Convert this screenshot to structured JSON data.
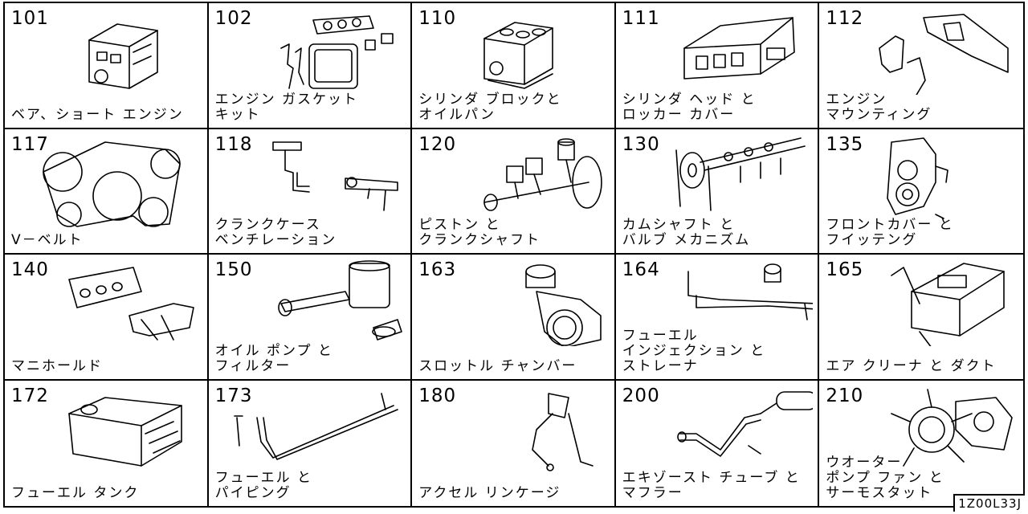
{
  "cells": [
    {
      "code": "101",
      "label": "ベア、ショート エンジン"
    },
    {
      "code": "102",
      "label": "エンジン ガスケット\nキット"
    },
    {
      "code": "110",
      "label": "シリンダ ブロックと\nオイルパン"
    },
    {
      "code": "111",
      "label": "シリンダ ヘッド と\nロッカー カバー"
    },
    {
      "code": "112",
      "label": "エンジン\nマウンティング"
    },
    {
      "code": "117",
      "label": "V－ベルト"
    },
    {
      "code": "118",
      "label": "クランクケース\nベンチレーション"
    },
    {
      "code": "120",
      "label": "ピストン と\nクランクシャフト"
    },
    {
      "code": "130",
      "label": "カムシャフト と\nバルブ メカニズム"
    },
    {
      "code": "135",
      "label": "フロントカバー と\nフイッテング"
    },
    {
      "code": "140",
      "label": "マニホールド"
    },
    {
      "code": "150",
      "label": "オイル ポンプ と\nフィルター"
    },
    {
      "code": "163",
      "label": "スロットル チャンバー"
    },
    {
      "code": "164",
      "label": "フューエル\nインジェクション と\nストレーナ"
    },
    {
      "code": "165",
      "label": "エア クリーナ と ダクト"
    },
    {
      "code": "172",
      "label": "フューエル タンク"
    },
    {
      "code": "173",
      "label": "フューエル と\nパイピング"
    },
    {
      "code": "180",
      "label": "アクセル リンケージ"
    },
    {
      "code": "200",
      "label": "エキゾースト チューブ と\nマフラー"
    },
    {
      "code": "210",
      "label": "ウオーター\nポンプ ファン と\nサーモスタット"
    }
  ],
  "reference_code": "1Z00L33J"
}
